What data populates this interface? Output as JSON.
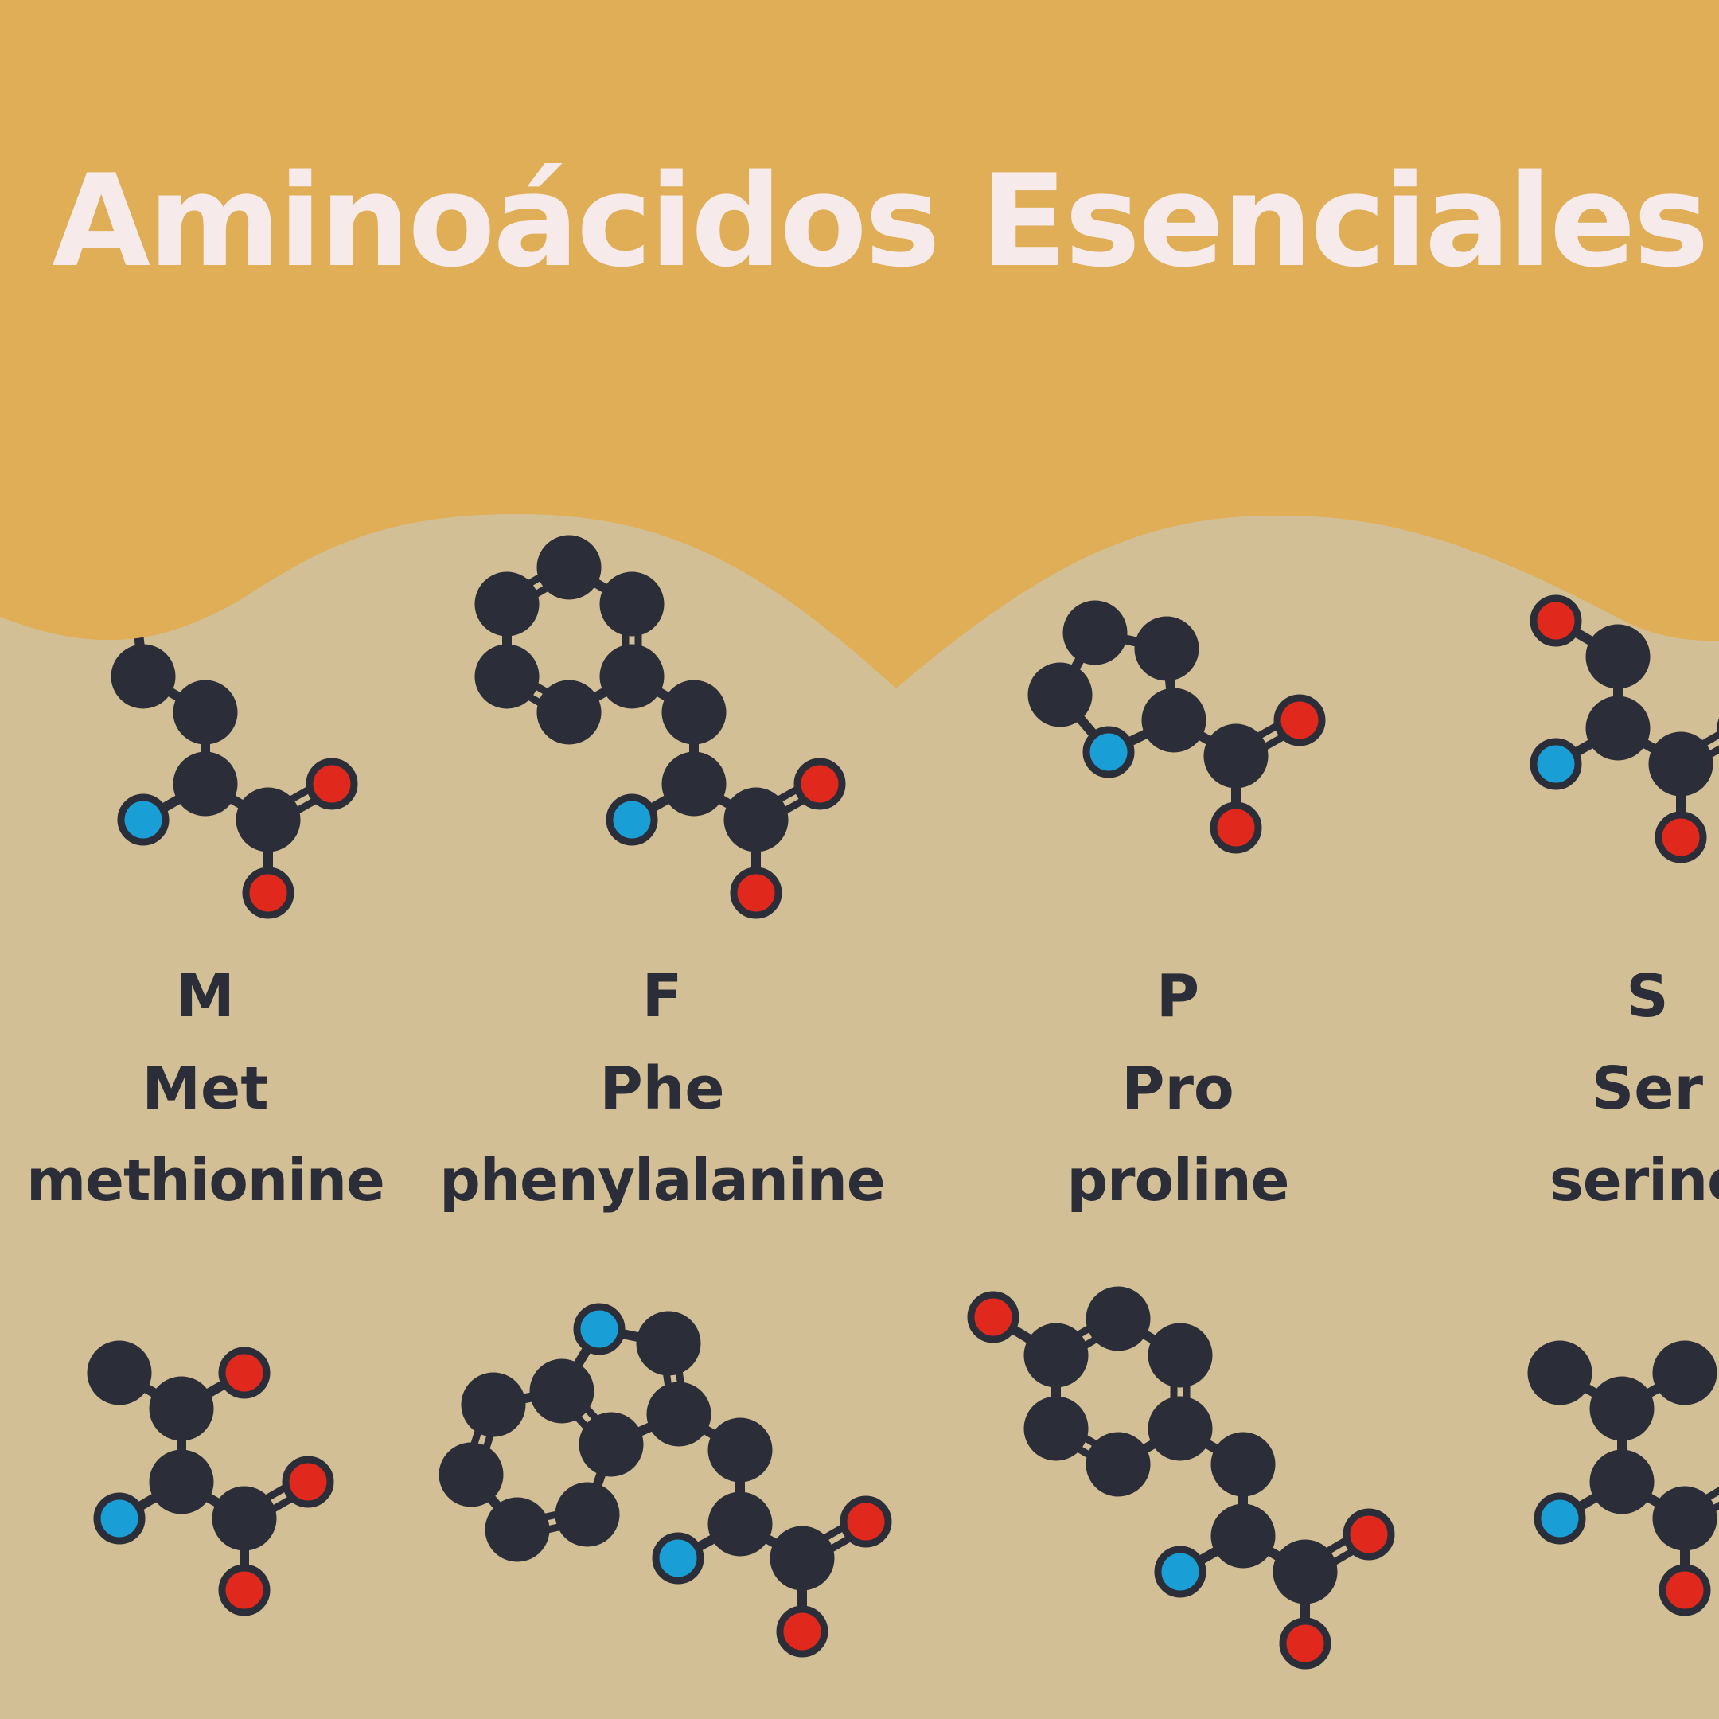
{
  "title": "Aminoácidos Esenciales",
  "colors": {
    "banner": "#dfae56",
    "background": "#d3bf96",
    "text": "#2b2e38",
    "title_text": "#f6eaea",
    "carbon_atom": "#2b2e38",
    "nitrogen_atom": "#1a9ed6",
    "oxygen_atom": "#e0291c"
  },
  "amino_acids": [
    {
      "code": "M",
      "abbr": "Met",
      "name": "methionine"
    },
    {
      "code": "F",
      "abbr": "Phe",
      "name": "phenylalanine"
    },
    {
      "code": "P",
      "abbr": "Pro",
      "name": "proline"
    },
    {
      "code": "S",
      "abbr": "Ser",
      "name": "serine"
    }
  ],
  "bottom_row_molecules": [
    "threonine-molecule",
    "tryptophan-molecule",
    "tyrosine-molecule",
    "valine-molecule"
  ]
}
